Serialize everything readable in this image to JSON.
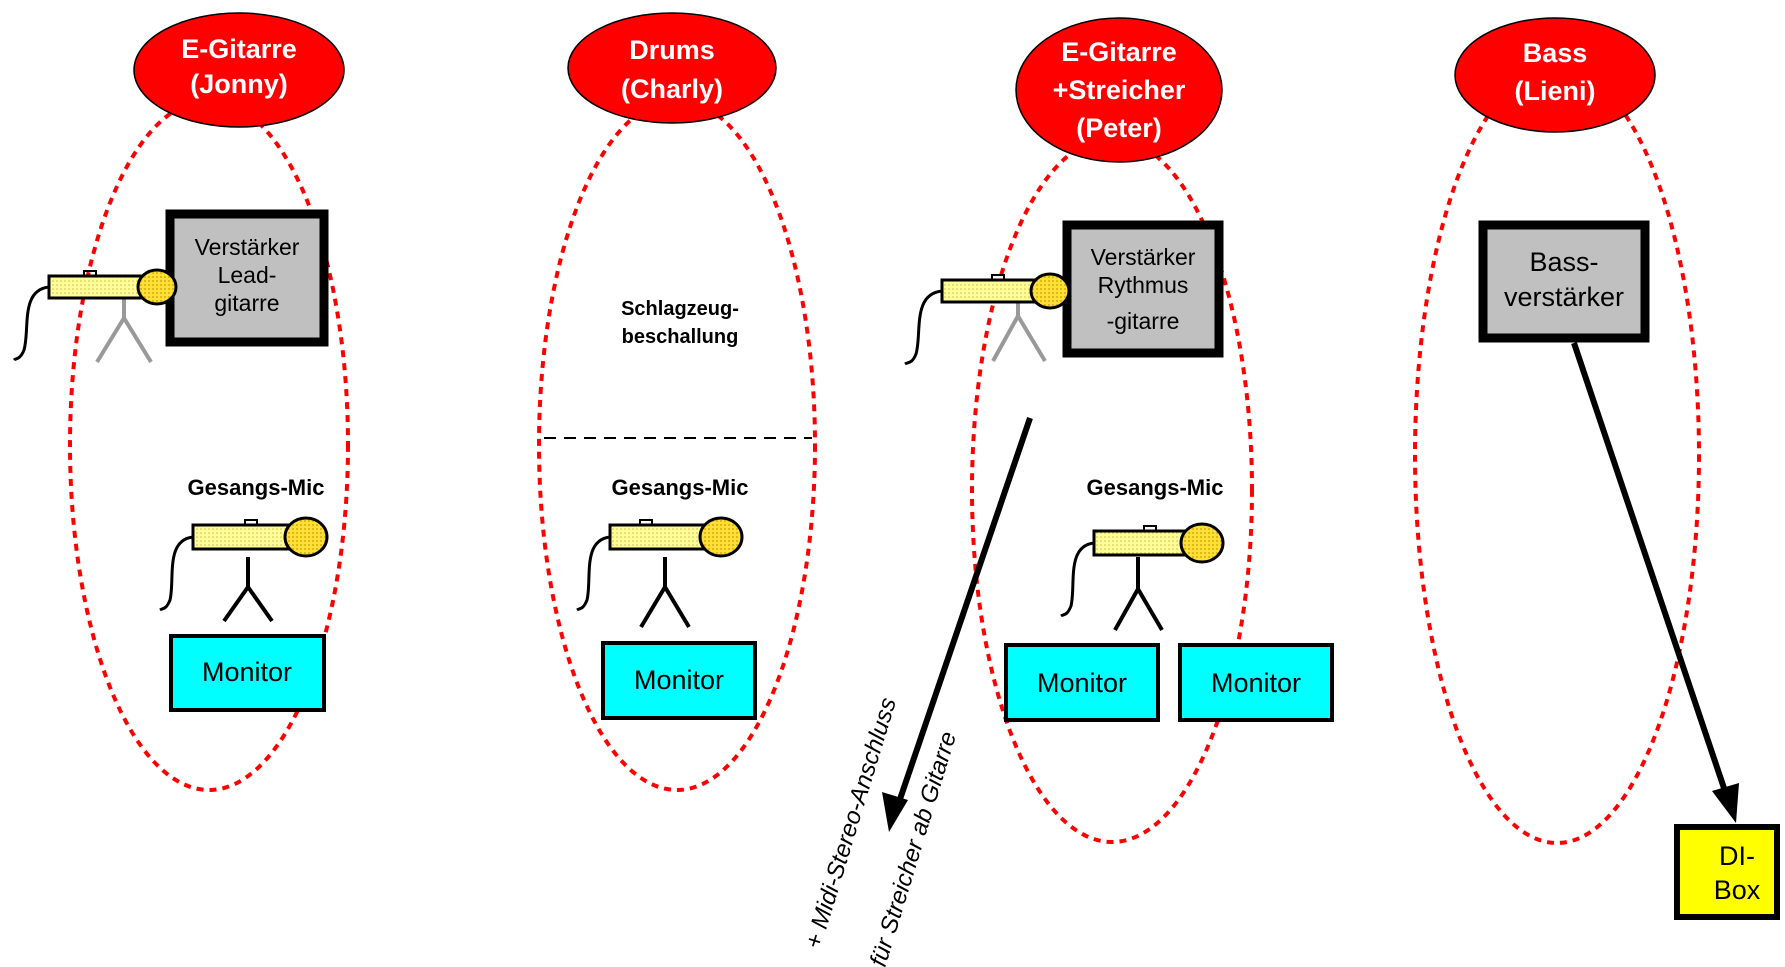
{
  "musicians": [
    {
      "name_line1": "E-Gitarre",
      "name_line2": "(Jonny)",
      "name_line3": "",
      "amp_lines": [
        "Verstärker",
        "Lead-",
        "gitarre"
      ],
      "vocal_mic_label": "Gesangs-Mic",
      "monitors": [
        "Monitor"
      ]
    },
    {
      "name_line1": "Drums",
      "name_line2": "(Charly)",
      "name_line3": "",
      "drum_lines": [
        "Schlagzeug-",
        "beschallung"
      ],
      "vocal_mic_label": "Gesangs-Mic",
      "monitors": [
        "Monitor"
      ]
    },
    {
      "name_line1": "E-Gitarre",
      "name_line2": "+Streicher",
      "name_line3": "(Peter)",
      "amp_lines": [
        "Verstärker",
        "Rythmus",
        "-gitarre"
      ],
      "vocal_mic_label": "Gesangs-Mic",
      "monitors": [
        "Monitor",
        "Monitor"
      ]
    },
    {
      "name_line1": "Bass",
      "name_line2": "(Lieni)",
      "name_line3": "",
      "amp_lines": [
        "Bass-",
        "verstärker"
      ],
      "di_lines": [
        "DI-",
        "Box"
      ]
    }
  ],
  "annotations": {
    "line1": "+ Midi-Stereo-Anschluss",
    "line2": "für Streicher ab Gitarre"
  },
  "colors": {
    "name_ellipse": "#ff0000",
    "zone_border": "#ff0000",
    "amp_fill": "#c0c0c0",
    "monitor_fill": "#00ffff",
    "di_fill": "#ffff00",
    "mic_body": "#ffffcc",
    "mic_head": "#ffcc00"
  }
}
